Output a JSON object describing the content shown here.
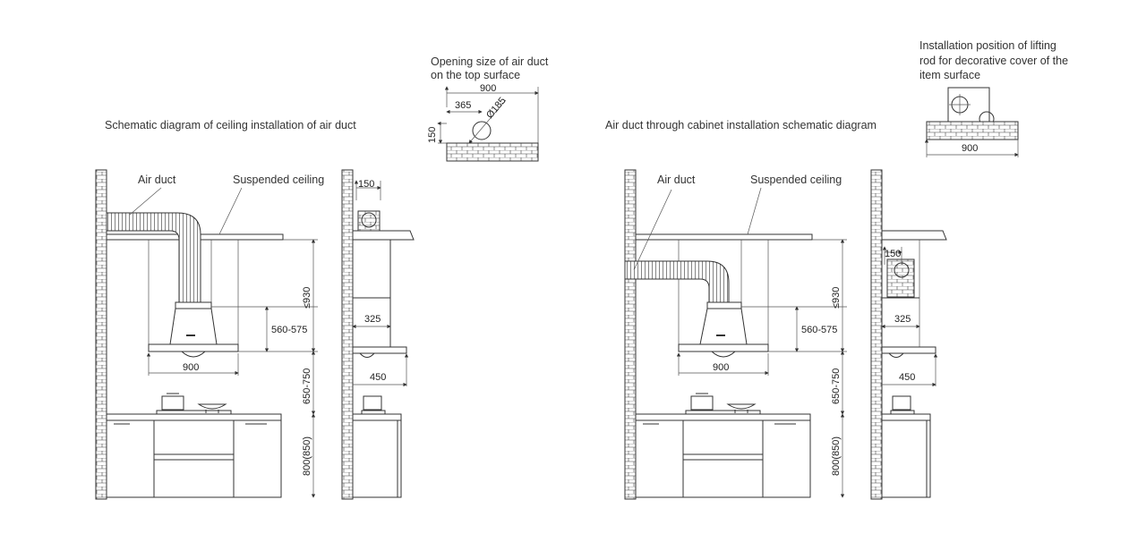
{
  "left": {
    "caption": "Schematic diagram of ceiling installation of air duct",
    "air_duct_label": "Air duct",
    "ceiling_label": "Suspended ceiling",
    "dim_930": "≤930",
    "dim_560": "560-575",
    "dim_900": "900",
    "dim_650": "650-750",
    "dim_800": "800(850)",
    "side_dim_150": "150",
    "side_dim_325": "325",
    "side_dim_450": "450"
  },
  "top_opening": {
    "title_line1": "Opening size of air duct",
    "title_line2": "on the top surface",
    "dim_900": "900",
    "dim_365": "365",
    "dim_185": "Ø185",
    "dim_150": "150"
  },
  "right": {
    "caption": "Air duct through cabinet installation schematic diagram",
    "air_duct_label": "Air duct",
    "ceiling_label": "Suspended ceiling",
    "dim_930": "≤930",
    "dim_560": "560-575",
    "dim_900": "900",
    "dim_650": "650-750",
    "dim_800": "800(850)",
    "side_dim_150": "150",
    "side_dim_325": "325",
    "side_dim_450": "450"
  },
  "lifting_rod": {
    "title_line1": "Installation position of lifting",
    "title_line2": "rod for decorative cover of the",
    "title_line3": "item surface",
    "dim_900": "900"
  }
}
